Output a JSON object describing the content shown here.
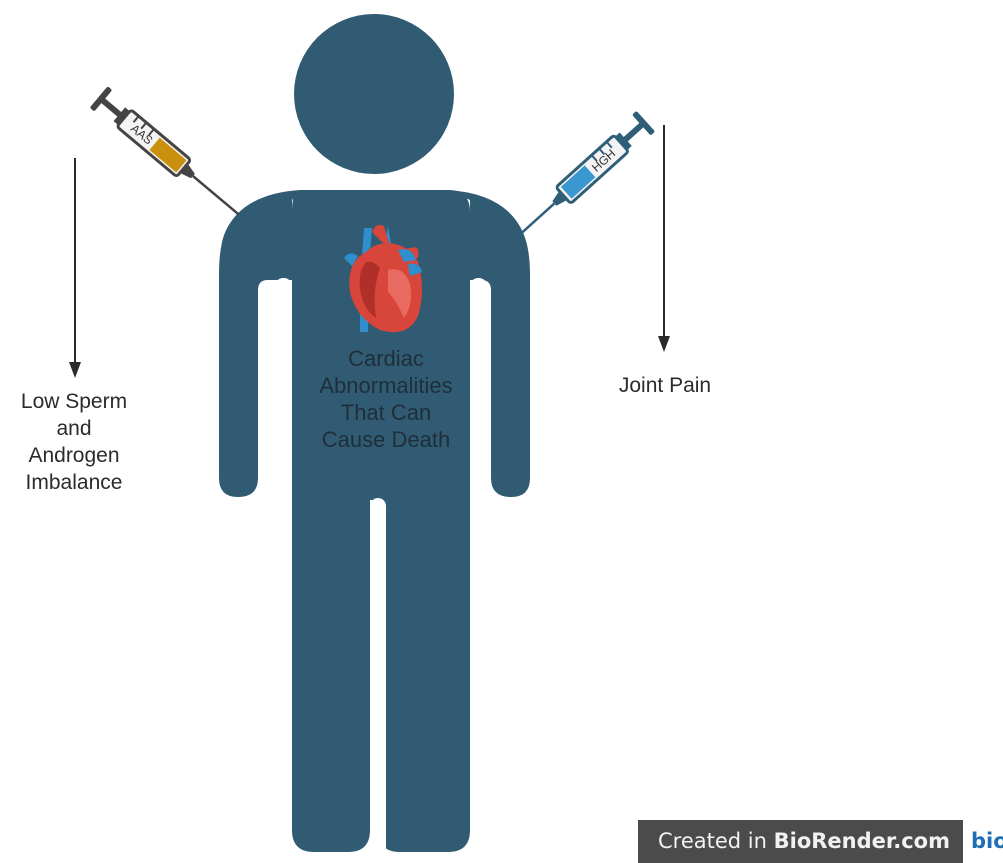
{
  "labels": {
    "left_effect": [
      "Low Sperm",
      "and",
      "Androgen",
      "Imbalance"
    ],
    "right_effect": "Joint Pain",
    "heart_effect": [
      "Cardiac",
      "Abnormalities",
      "That Can",
      "Cause Death"
    ]
  },
  "syringes": {
    "left_label": "AAS",
    "right_label": "HGH",
    "left_fluid_color": "#c9900e",
    "right_fluid_color": "#3a97d0"
  },
  "colors": {
    "body": "#305b73",
    "heart": "#d8453b",
    "vessel": "#2f8fce",
    "arrow": "#2b2b2b"
  },
  "watermark": {
    "prefix": "Created in ",
    "brand": "BioRender.com",
    "logo": "bio"
  }
}
